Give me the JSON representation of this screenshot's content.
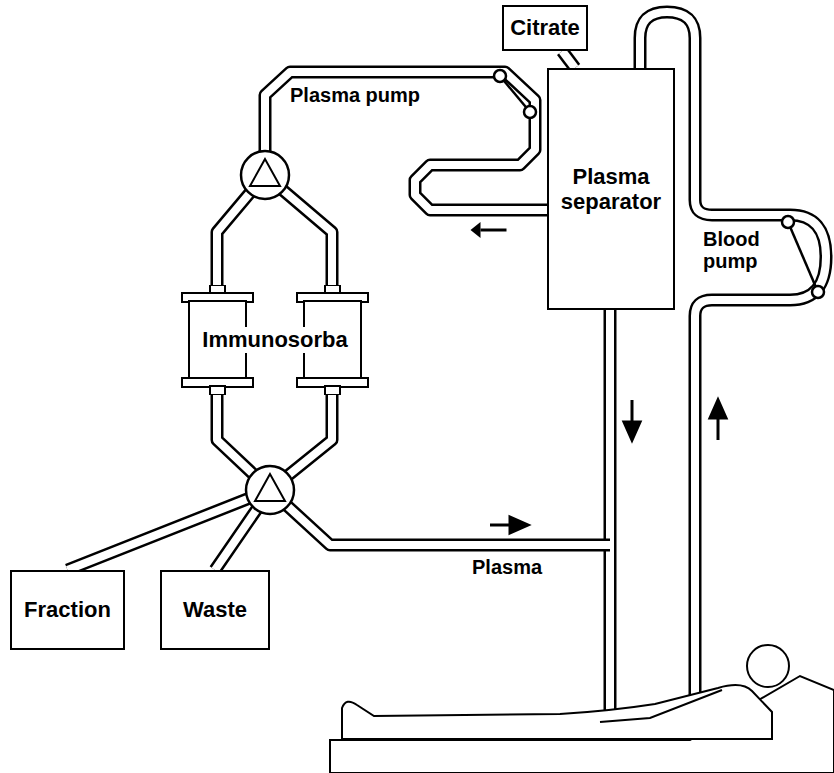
{
  "diagram": {
    "nodes": [
      {
        "text": [
          "Citrate"
        ]
      },
      {
        "text": [
          "Plasma separator"
        ]
      },
      {
        "text": [
          "Immunosorba"
        ]
      },
      {
        "text": [
          "Fraction"
        ]
      },
      {
        "text": [
          "Waste"
        ]
      }
    ],
    "edges": [
      {
        "from": 0,
        "to": 1,
        "arrow": "none"
      },
      {
        "from": 1,
        "to": 2,
        "arrow": "to"
      },
      {
        "from": 2,
        "to": 3,
        "arrow": "none"
      },
      {
        "from": 2,
        "to": 4,
        "arrow": "none"
      }
    ],
    "labels": [
      "Plasma pump",
      "Blood pump",
      "Plasma"
    ]
  }
}
